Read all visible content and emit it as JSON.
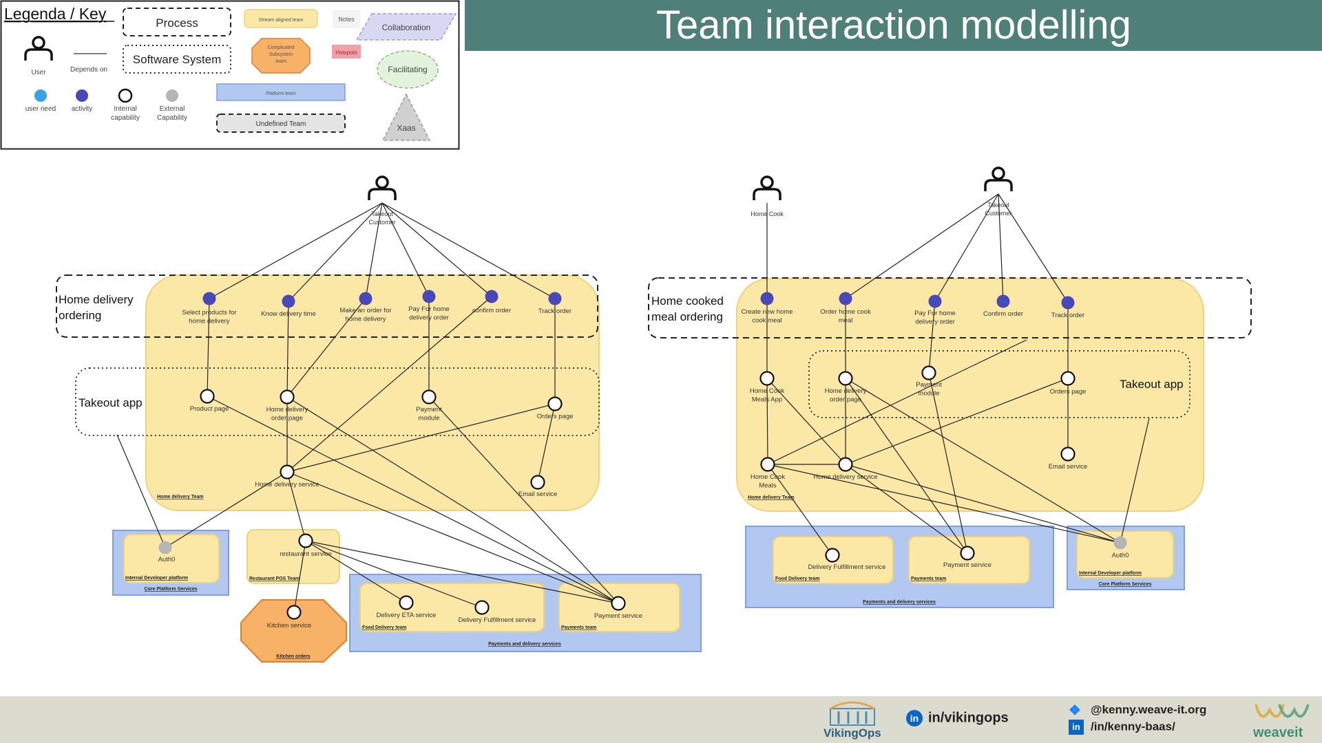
{
  "title": "Team interaction modelling",
  "colors": {
    "title_bar": "#4e7f78",
    "stream_team": "#fbe8a6",
    "stream_team_border": "#f0d27a",
    "platform": "#b3c8f0",
    "platform_border": "#7f9fde",
    "complicated": "#f7b267",
    "complicated_border": "#e27d2b",
    "user_need": "#3aa0e8",
    "activity": "#4848b8",
    "external": "#b5b5b5",
    "hotspot": "#f2a0a8",
    "facilitating": "#e2f2dc",
    "collaboration": "#d8d8f3",
    "xaas": "#d0d0d0",
    "undefined": "#e4e4e4",
    "footer": "#dbdbd0"
  },
  "legend": {
    "title": "Legenda / Key",
    "user": "User",
    "depends_on": "Depends on",
    "user_need": "user need",
    "activity": "activity",
    "internal_capability_1": "Internal",
    "internal_capability_2": "capability",
    "external_capability_1": "External",
    "external_capability_2": "Capability",
    "process": "Process",
    "software_system": "Software System",
    "stream_aligned": "Stream aligned team",
    "complicated_1": "Complicated",
    "complicated_2": "Subsystem",
    "complicated_3": "team",
    "platform": "Platform team",
    "undefined": "Undefined Team",
    "notes": "Notes",
    "hotspots": "Hotspots",
    "collaboration": "Collaboration",
    "facilitating": "Facilitating",
    "xaas": "Xaas"
  },
  "left": {
    "actor": "Takeout\nCustomer",
    "process": "Home delivery\nordering",
    "system": "Takeout app",
    "activities": [
      {
        "label": "Select products for\nhome delivery"
      },
      {
        "label": "Know delivery time"
      },
      {
        "label": "Make an order for\nhome delivery"
      },
      {
        "label": "Pay For home\ndelivery order"
      },
      {
        "label": "confirm order"
      },
      {
        "label": "Track order"
      }
    ],
    "capabilities": {
      "product_page": "Product page",
      "home_delivery_order_page": "Home delivery\norder page",
      "payment_module": "Payment\nmodule",
      "orders_page": "Orders page",
      "home_delivery_service": "Home delivery service",
      "email_service": "Email service",
      "auth0": "Auth0",
      "restaurant_service": "restaurant service",
      "kitchen_service": "Kitchen service",
      "delivery_eta": "Delivery ETA service",
      "delivery_fulfillment": "Delivery Fulfillment service",
      "payment_service": "Payment service"
    },
    "teams": {
      "home_delivery": "Home delivery Team",
      "internal_dev_platform": "Internal Developer platform",
      "core_platform": "Core Platform Services",
      "restaurant_pos": "Restaurant POS Team",
      "kitchen_orders": "Kitchen orders",
      "food_delivery": "Food Delivery team",
      "payments_team": "Payments team",
      "payments_delivery_services": "Payments and delivery services"
    }
  },
  "right": {
    "actor_cook": "Home Cook",
    "actor_customer": "Takeout\nCustomer",
    "process": "Home cooked\nmeal ordering",
    "system": "Takeout app",
    "activities": [
      {
        "label": "Create new home\ncook meal"
      },
      {
        "label": "Order home cook\nmeal"
      },
      {
        "label": "Pay For home\ndelivery order"
      },
      {
        "label": "Confirm order"
      },
      {
        "label": "Track order"
      }
    ],
    "capabilities": {
      "home_cook_meals_app": "Home Cook\nMeals App",
      "home_delivery_order_page": "Home delivery\norder page",
      "payment_module": "Payment\nmodule",
      "orders_page": "Orders page",
      "email_service": "Email service",
      "home_cook_meals": "Home Cook\nMeals",
      "home_delivery_service": "Home delivery service",
      "delivery_fulfillment": "Delivery Fulfillment service",
      "payment_service": "Payment service",
      "auth0": "Auth0"
    },
    "teams": {
      "home_delivery": "Home delivery Team",
      "food_delivery": "Food Delivery team",
      "payments_team": "Payments team",
      "payments_delivery_services": "Payments and delivery services",
      "internal_dev_platform": "Internal Developer platform",
      "core_platform": "Core Platform Services"
    }
  },
  "footer": {
    "brand": "VikingOps",
    "linkedin_vikingops": "in/vikingops",
    "bluesky_handle": "@kenny.weave-it.org",
    "linkedin_kenny": "/in/kenny-baas/",
    "weaveit": "weaveit"
  }
}
